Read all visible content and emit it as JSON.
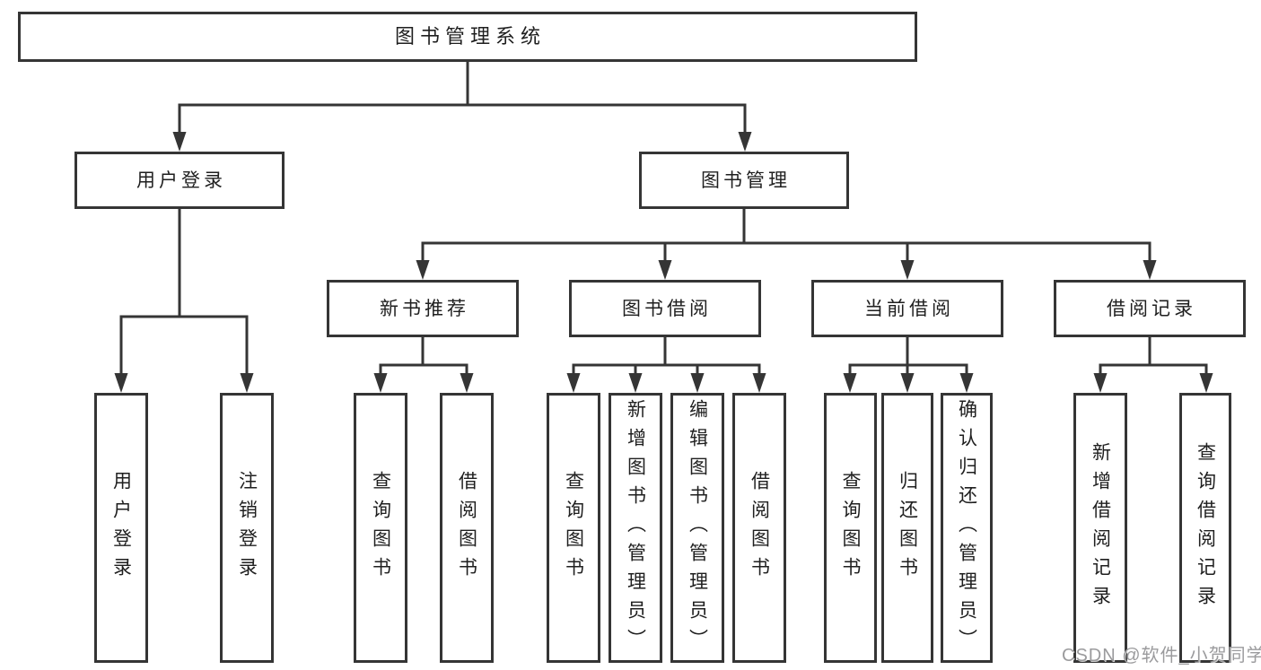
{
  "diagram": {
    "title": "图书管理系统",
    "watermark": "CSDN @软件_小贺同学",
    "nodes": {
      "root": "图书管理系统",
      "user_login": "用户登录",
      "book_mgmt": "图书管理",
      "new_book": "新书推荐",
      "book_borrow": "图书借阅",
      "current_borrow": "当前借阅",
      "borrow_record": "借阅记录",
      "ul1": "用户登录",
      "ul2": "注销登录",
      "nb1": "查询图书",
      "nb2": "借阅图书",
      "bb1": "查询图书",
      "bb2": "新增图书（管理员）",
      "bb3": "编辑图书（管理员）",
      "bb4": "借阅图书",
      "cb1": "查询图书",
      "cb2": "归还图书",
      "cb3": "确认归还（管理员）",
      "br1": "新增借阅记录",
      "br2": "查询借阅记录"
    },
    "hierarchy": {
      "图书管理系统": {
        "用户登录": [
          "用户登录",
          "注销登录"
        ],
        "图书管理": {
          "新书推荐": [
            "查询图书",
            "借阅图书"
          ],
          "图书借阅": [
            "查询图书",
            "新增图书（管理员）",
            "编辑图书（管理员）",
            "借阅图书"
          ],
          "当前借阅": [
            "查询图书",
            "归还图书",
            "确认归还（管理员）"
          ],
          "借阅记录": [
            "新增借阅记录",
            "查询借阅记录"
          ]
        }
      }
    },
    "colors": {
      "line": "#353535",
      "text": "#1f1f1f",
      "watermark": "#9b9b9d",
      "background": "#ffffff"
    }
  }
}
